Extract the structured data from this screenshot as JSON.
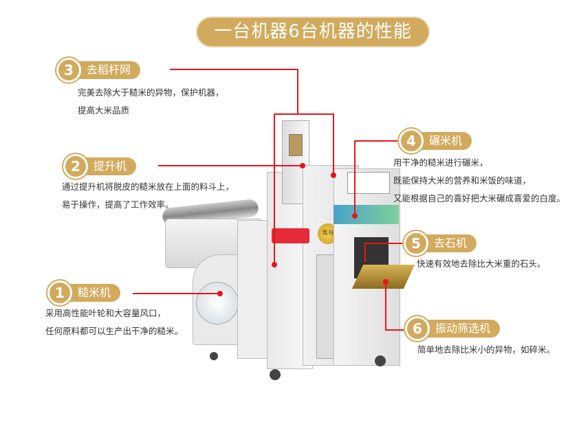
{
  "title": "一台机器6台机器的性能",
  "features": [
    {
      "num": "1",
      "label": "糙米机",
      "lines": [
        "采用高性能叶轮和大容量风口，",
        "任何原料都可以生产出干净的糙米。"
      ]
    },
    {
      "num": "2",
      "label": "提升机",
      "lines": [
        "通过提升机将脱皮的糙米放在上面的料斗上，",
        "易于操作，提高了工作效率。"
      ]
    },
    {
      "num": "3",
      "label": "去稻杆网",
      "lines": [
        "完美去除大于糙米的异物，保护机器，",
        "提高大米品质"
      ]
    },
    {
      "num": "4",
      "label": "碾米机",
      "lines": [
        "用干净的糙米进行碾米，",
        "既能保持大米的营养和米饭的味道，",
        "又能根据自己的喜好把大米碾成喜爱的白度。"
      ]
    },
    {
      "num": "5",
      "label": "去石机",
      "lines": [
        "快速有效地去除比大米重的石头。"
      ]
    },
    {
      "num": "6",
      "label": "振动筛选机",
      "lines": [
        "简单地去除比米小的异物，如碎米。"
      ]
    }
  ],
  "machine": {
    "seal_text": "특허"
  },
  "colors": {
    "gold": "#d2aa5d",
    "line": "#e8141b"
  }
}
